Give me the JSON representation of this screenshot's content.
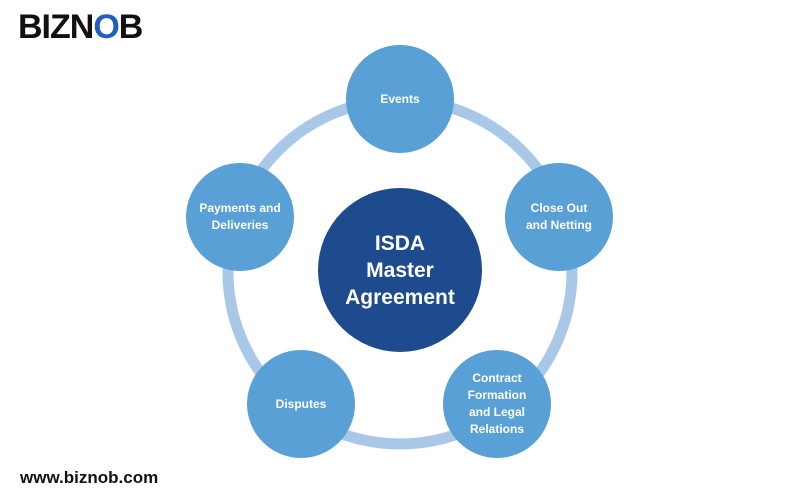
{
  "brand": {
    "logo_prefix": "BIZN",
    "logo_o": "O",
    "logo_suffix": "B",
    "footer_url": "www.biznob.com",
    "accent": "#1f5fbf"
  },
  "diagram": {
    "center": {
      "label": "ISDA\nMaster\nAgreement",
      "color": "#1e4a8e"
    },
    "ring_color": "#a9c8e8",
    "node_color": "#58a0d6",
    "nodes": [
      {
        "label": "Events"
      },
      {
        "label": "Close Out\nand Netting"
      },
      {
        "label": "Contract\nFormation\nand Legal\nRelations"
      },
      {
        "label": "Disputes"
      },
      {
        "label": "Payments and\nDeliveries"
      }
    ]
  }
}
